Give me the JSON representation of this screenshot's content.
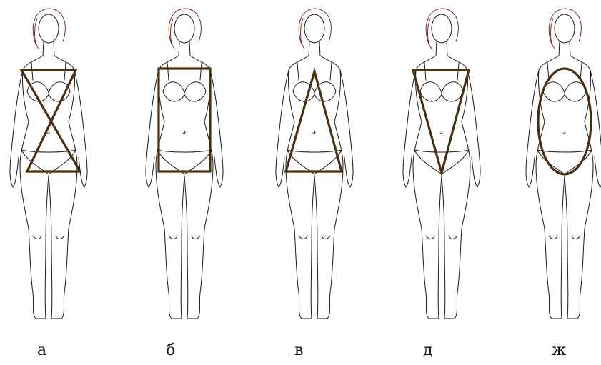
{
  "figures": [
    {
      "label": "а",
      "shape": "hourglass"
    },
    {
      "label": "б",
      "shape": "rectangle"
    },
    {
      "label": "в",
      "shape": "triangle"
    },
    {
      "label": "д",
      "shape": "inverted-triangle"
    },
    {
      "label": "ж",
      "shape": "oval"
    }
  ],
  "colors": {
    "outline": "#1a1a1a",
    "shape_stroke": "#4a2e12",
    "hair_accent": "#7a2a2a"
  }
}
